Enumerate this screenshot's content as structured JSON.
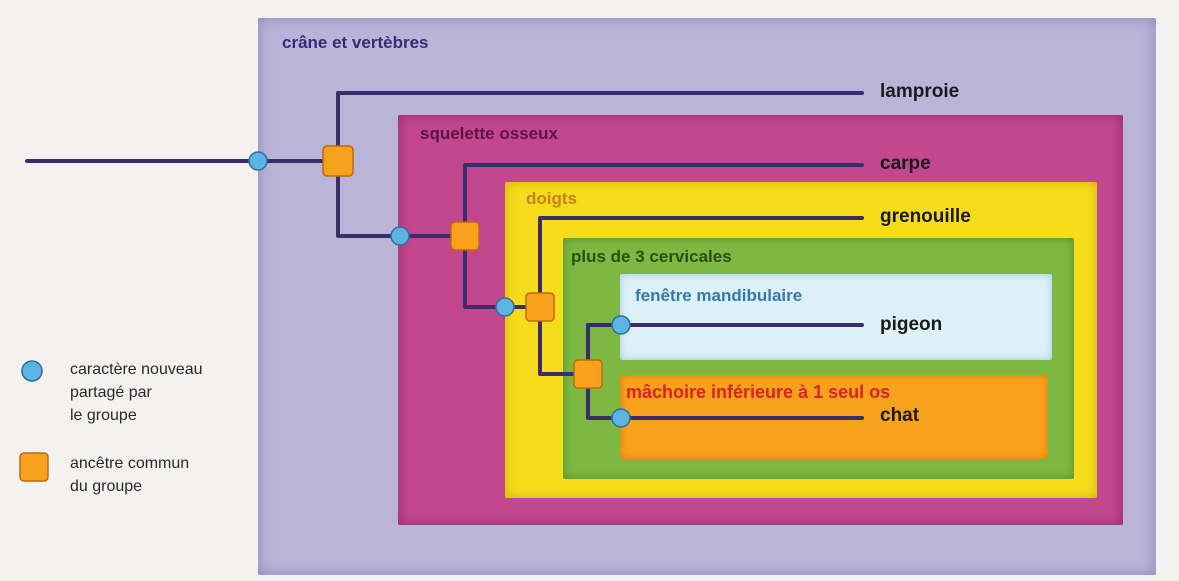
{
  "groups": {
    "crane": "crâne et vertèbres",
    "squelette": "squelette osseux",
    "doigts": "doigts",
    "cervicales": "plus de 3 cervicales",
    "fenetre": "fenêtre mandibulaire",
    "machoire": "mâchoire inférieure à 1 seul os"
  },
  "taxa": {
    "lamproie": "lamproie",
    "carpe": "carpe",
    "grenouille": "grenouille",
    "pigeon": "pigeon",
    "chat": "chat"
  },
  "legend": {
    "new_character": [
      "caractère nouveau",
      "partagé par",
      "le groupe"
    ],
    "common_ancestor": [
      "ancêtre commun",
      "du groupe"
    ]
  },
  "colors": {
    "branch": "#3b2d6a",
    "circle_marker": "#5fb3e3",
    "square_marker": "#f7a21c",
    "crane_box": "#b9b4d8",
    "squelette_box": "#c2478f",
    "doigts_box": "#f7dc1c",
    "cervicales_box": "#7db942",
    "fenetre_box": "#dcf1f8",
    "machoire_box": "#f7a21c"
  },
  "icons": {
    "new_character": "blue-circle-icon",
    "common_ancestor": "orange-square-icon"
  }
}
